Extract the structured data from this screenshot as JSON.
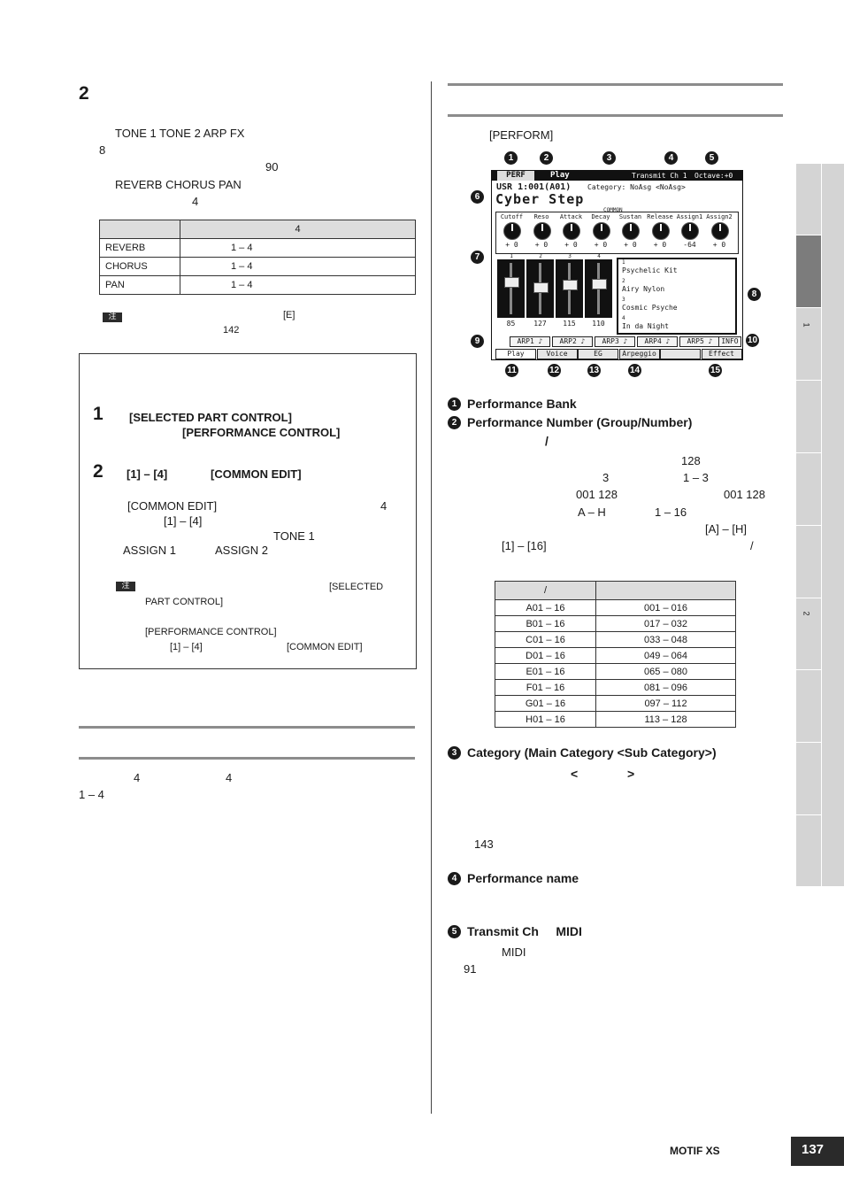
{
  "left": {
    "step2_number": "2",
    "p1": "TONE 1   TONE 2     ARP FX",
    "p2": "8",
    "p3": "90",
    "p4": "REVERB    CHORUS      PAN",
    "p5": "4",
    "table1": {
      "header": [
        "",
        "4"
      ],
      "rows": [
        [
          "REVERB",
          "1 – 4"
        ],
        [
          "CHORUS",
          "1 – 4"
        ],
        [
          "PAN",
          "1 – 4"
        ]
      ]
    },
    "note_icon": "注",
    "note1_a": "[E]",
    "note1_b": "142",
    "box": {
      "step1_num": "1",
      "step1_line1": "[SELECTED PART CONTROL]",
      "step1_line2": "[PERFORMANCE CONTROL]",
      "step2_num": "2",
      "step2_a": "[1] – [4]",
      "step2_b": "[COMMON EDIT]",
      "b1": "[COMMON EDIT]",
      "b1_num": "4",
      "b2": "[1] – [4]",
      "b3": "TONE 1",
      "b4": "ASSIGN 1",
      "b5": "ASSIGN 2",
      "n1": "[SELECTED",
      "n2": "PART CONTROL]",
      "n3": "[PERFORMANCE CONTROL]",
      "n4": "[1] – [4]",
      "n5": "[COMMON EDIT]"
    },
    "bottom_a": "4",
    "bottom_b": "4",
    "bottom_c": "1 – 4"
  },
  "right": {
    "perform_btn": "[PERFORM]",
    "lcd": {
      "tab_perf": "PERF",
      "tab_play": "Play",
      "transmit": "Transmit Ch 1",
      "octave": "Octave:+0",
      "bank_num": "USR 1:001(A01)",
      "category": "Category: NoAsg <NoAsg>",
      "perf_name": "Cyber Step",
      "common": "COMMON",
      "knob_labels": [
        "Cutoff",
        "Reso",
        "Attack",
        "Decay",
        "Sustan",
        "Release",
        "Assign1",
        "Assign2"
      ],
      "knob_values": [
        "+ 0",
        "+ 0",
        "+ 0",
        "+ 0",
        "+ 0",
        "+ 0",
        "-64",
        "+ 0"
      ],
      "part_nums": [
        "1",
        "2",
        "3",
        "4"
      ],
      "slider_values": [
        "85",
        "127",
        "115",
        "110"
      ],
      "voices": [
        {
          "num": "1",
          "name": "Psychelic Kit"
        },
        {
          "num": "2",
          "name": "Airy Nylon"
        },
        {
          "num": "3",
          "name": "Cosmic Psyche"
        },
        {
          "num": "4",
          "name": "In da Night"
        }
      ],
      "arp_tabs": [
        "ARP1",
        "ARP2",
        "ARP3",
        "ARP4",
        "ARP5"
      ],
      "info": "INFO",
      "bottom_tabs": [
        "Play",
        "Voice",
        "EG",
        "Arpeggio",
        "",
        "Effect"
      ]
    },
    "callouts": [
      "1",
      "2",
      "3",
      "4",
      "5",
      "6",
      "7",
      "8",
      "9",
      "10",
      "11",
      "12",
      "13",
      "14",
      "15"
    ],
    "items": {
      "i1": "Performance Bank",
      "i2": "Performance Number (Group/Number)",
      "i2_slash": "/",
      "i2_t1": "128",
      "i2_t2": "3",
      "i2_t3": "1 – 3",
      "i2_t4": "001    128",
      "i2_t5": "001    128",
      "i2_t6": "A – H",
      "i2_t7": "1 – 16",
      "i2_t8": "[A] – [H]",
      "i2_t9": "[1] – [16]",
      "i2_t10": "/",
      "i3": "Category (Main Category <Sub Category>)",
      "i3_lt": "<",
      "i3_gt": ">",
      "i3_p": "143",
      "i4": "Performance name",
      "i5": "Transmit Ch     MIDI",
      "i5_a": "MIDI",
      "i5_b": "91"
    },
    "table2": {
      "header": [
        "/",
        ""
      ],
      "rows": [
        [
          "A01 – 16",
          "001 – 016"
        ],
        [
          "B01 – 16",
          "017 – 032"
        ],
        [
          "C01 – 16",
          "033 – 048"
        ],
        [
          "D01 – 16",
          "049 – 064"
        ],
        [
          "E01 – 16",
          "065 – 080"
        ],
        [
          "F01 – 16",
          "081 – 096"
        ],
        [
          "G01 – 16",
          "097 – 112"
        ],
        [
          "H01 – 16",
          "113 – 128"
        ]
      ]
    }
  },
  "side_tabs": {
    "t1": "1",
    "t2": "2"
  },
  "footer": {
    "product": "MOTIF XS",
    "page": "137"
  }
}
